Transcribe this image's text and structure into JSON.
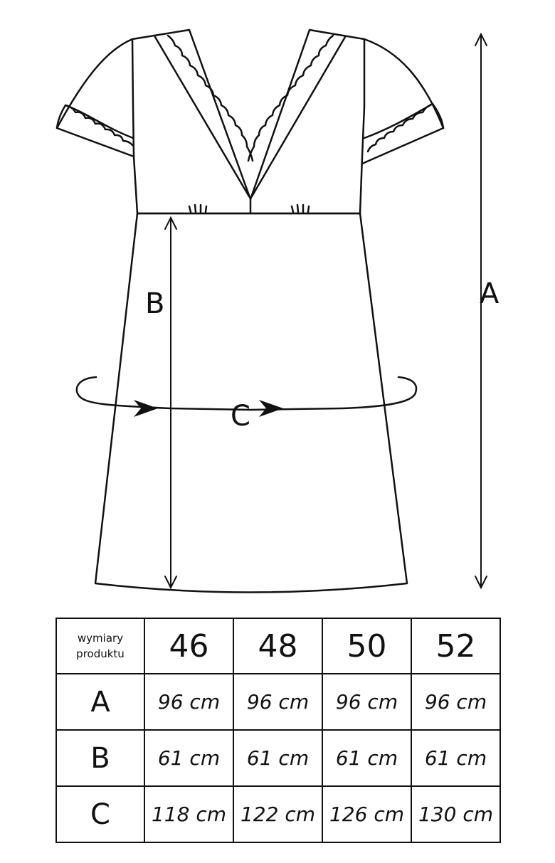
{
  "diagram": {
    "label_a": "A",
    "label_b": "B",
    "label_c": "C"
  },
  "table": {
    "corner_line1": "wymiary",
    "corner_line2": "produktu",
    "sizes": [
      "46",
      "48",
      "50",
      "52"
    ],
    "rows": [
      {
        "label": "A",
        "values": [
          "96 cm",
          "96 cm",
          "96 cm",
          "96 cm"
        ]
      },
      {
        "label": "B",
        "values": [
          "61 cm",
          "61 cm",
          "61 cm",
          "61 cm"
        ]
      },
      {
        "label": "C",
        "values": [
          "118 cm",
          "122 cm",
          "126 cm",
          "130 cm"
        ]
      }
    ]
  }
}
